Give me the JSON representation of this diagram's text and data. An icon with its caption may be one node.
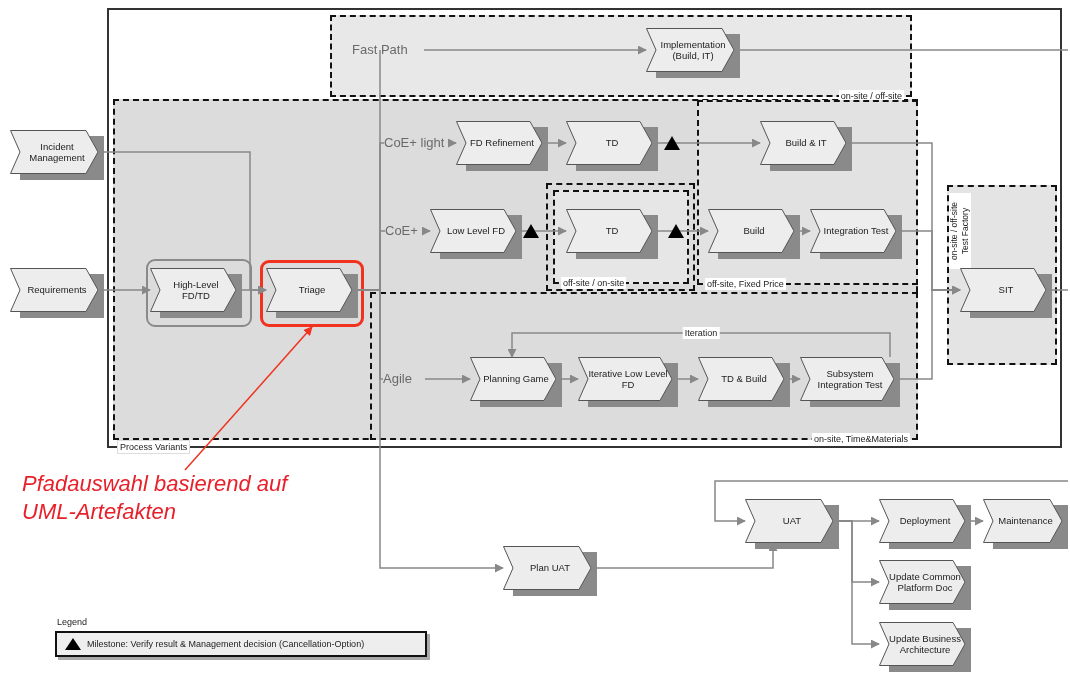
{
  "diagram": {
    "nodes": [
      {
        "text": [
          "Process Variants"
        ]
      },
      {
        "text": [
          "on-site / off-site"
        ],
        "in": 0
      },
      {
        "text": [
          "Fast Path"
        ],
        "in": 1
      },
      {
        "text": [
          "Implementation (Build, IT)"
        ],
        "in": 1
      },
      {
        "text": [
          "Incident Management"
        ]
      },
      {
        "text": [
          "Requirements"
        ]
      },
      {
        "text": [
          "High-Level FD/TD"
        ],
        "in": 0
      },
      {
        "text": [],
        "shape": "box",
        "in": 0
      },
      {
        "text": [
          "Triage"
        ],
        "in": 7
      },
      {
        "text": [
          "CoE+ light"
        ],
        "in": 0
      },
      {
        "text": [
          "FD Refinement"
        ],
        "in": 0
      },
      {
        "text": [
          "TD"
        ],
        "in": 0
      },
      {
        "text": [
          "off-site / on-site"
        ],
        "in": 0
      },
      {
        "text": [
          "TD"
        ],
        "in": 12
      },
      {
        "text": [
          "CoE+"
        ],
        "in": 0
      },
      {
        "text": [
          "Low Level FD"
        ],
        "in": 0
      },
      {
        "text": [
          "off-site, Fixed Price"
        ],
        "in": 0
      },
      {
        "text": [
          "Build & IT"
        ],
        "in": 16
      },
      {
        "text": [
          "Build"
        ],
        "in": 16
      },
      {
        "text": [
          "Integration Test"
        ],
        "in": 16
      },
      {
        "text": [
          "on-site, Time&Materials"
        ],
        "in": 0
      },
      {
        "text": [
          "Agile"
        ],
        "in": 20
      },
      {
        "text": [
          "Planning Game"
        ],
        "in": 20
      },
      {
        "text": [
          "Iterative Low Level FD"
        ],
        "in": 20
      },
      {
        "text": [
          "TD & Build"
        ],
        "in": 20
      },
      {
        "text": [
          "Subsystem Integration Test"
        ],
        "in": 20
      },
      {
        "text": [
          "on-site / off-site Test Factory"
        ],
        "in": 0
      },
      {
        "text": [
          "SIT"
        ],
        "in": 26
      },
      {
        "text": [
          "Plan UAT"
        ]
      },
      {
        "text": [
          "UAT"
        ]
      },
      {
        "text": [
          "Deployment"
        ]
      },
      {
        "text": [
          "Maintenance"
        ]
      },
      {
        "text": [
          "Update Common Platform Doc"
        ]
      },
      {
        "text": [
          "Update Business Architecture"
        ]
      },
      {
        "text": [
          "Pfadauswahl basierend auf UML-Artefakten"
        ]
      }
    ],
    "edges": [
      {
        "from": 4,
        "to": 8,
        "arrow": "to"
      },
      {
        "from": 5,
        "to": 6,
        "arrow": "to"
      },
      {
        "from": 6,
        "to": 8,
        "arrow": "to"
      },
      {
        "from": 8,
        "to": 2,
        "arrow": "none"
      },
      {
        "from": 8,
        "to": 9,
        "arrow": "none"
      },
      {
        "from": 8,
        "to": 14,
        "arrow": "none"
      },
      {
        "from": 8,
        "to": 21,
        "arrow": "none"
      },
      {
        "from": 8,
        "to": 28,
        "arrow": "to"
      },
      {
        "from": 2,
        "to": 3,
        "arrow": "to"
      },
      {
        "from": 3,
        "to": null,
        "arrow": "none"
      },
      {
        "from": 9,
        "to": 10,
        "arrow": "to"
      },
      {
        "from": 10,
        "to": 11,
        "arrow": "to"
      },
      {
        "from": 11,
        "to": 17,
        "arrow": "to"
      },
      {
        "from": 14,
        "to": 15,
        "arrow": "to"
      },
      {
        "from": 15,
        "to": 13,
        "arrow": "to"
      },
      {
        "from": 13,
        "to": 18,
        "arrow": "to"
      },
      {
        "from": 18,
        "to": 19,
        "arrow": "to"
      },
      {
        "from": 17,
        "to": 27,
        "arrow": "to"
      },
      {
        "from": 19,
        "to": 27,
        "arrow": "to"
      },
      {
        "from": 25,
        "to": 27,
        "arrow": "to"
      },
      {
        "from": 22,
        "to": 23,
        "arrow": "to"
      },
      {
        "from": 23,
        "to": 24,
        "arrow": "to"
      },
      {
        "from": 24,
        "to": 25,
        "arrow": "to"
      },
      {
        "from": 25,
        "to": 22,
        "arrow": "to",
        "label": "Iteration"
      },
      {
        "from": 21,
        "to": 22,
        "arrow": "to"
      },
      {
        "from": 27,
        "to": null,
        "arrow": "none"
      },
      {
        "from": null,
        "to": 29,
        "arrow": "to"
      },
      {
        "from": 28,
        "to": 29,
        "arrow": "to"
      },
      {
        "from": 29,
        "to": 30,
        "arrow": "to"
      },
      {
        "from": 29,
        "to": 32,
        "arrow": "to"
      },
      {
        "from": 29,
        "to": 33,
        "arrow": "to"
      },
      {
        "from": 30,
        "to": 31,
        "arrow": "to"
      },
      {
        "from": 34,
        "to": 7,
        "arrow": "to",
        "color": "#f0321e"
      }
    ],
    "labels": [
      "Legend"
    ],
    "legend": [
      {
        "text": "Milestone: Verify result & Management decision (Cancellation-Option)"
      }
    ]
  }
}
